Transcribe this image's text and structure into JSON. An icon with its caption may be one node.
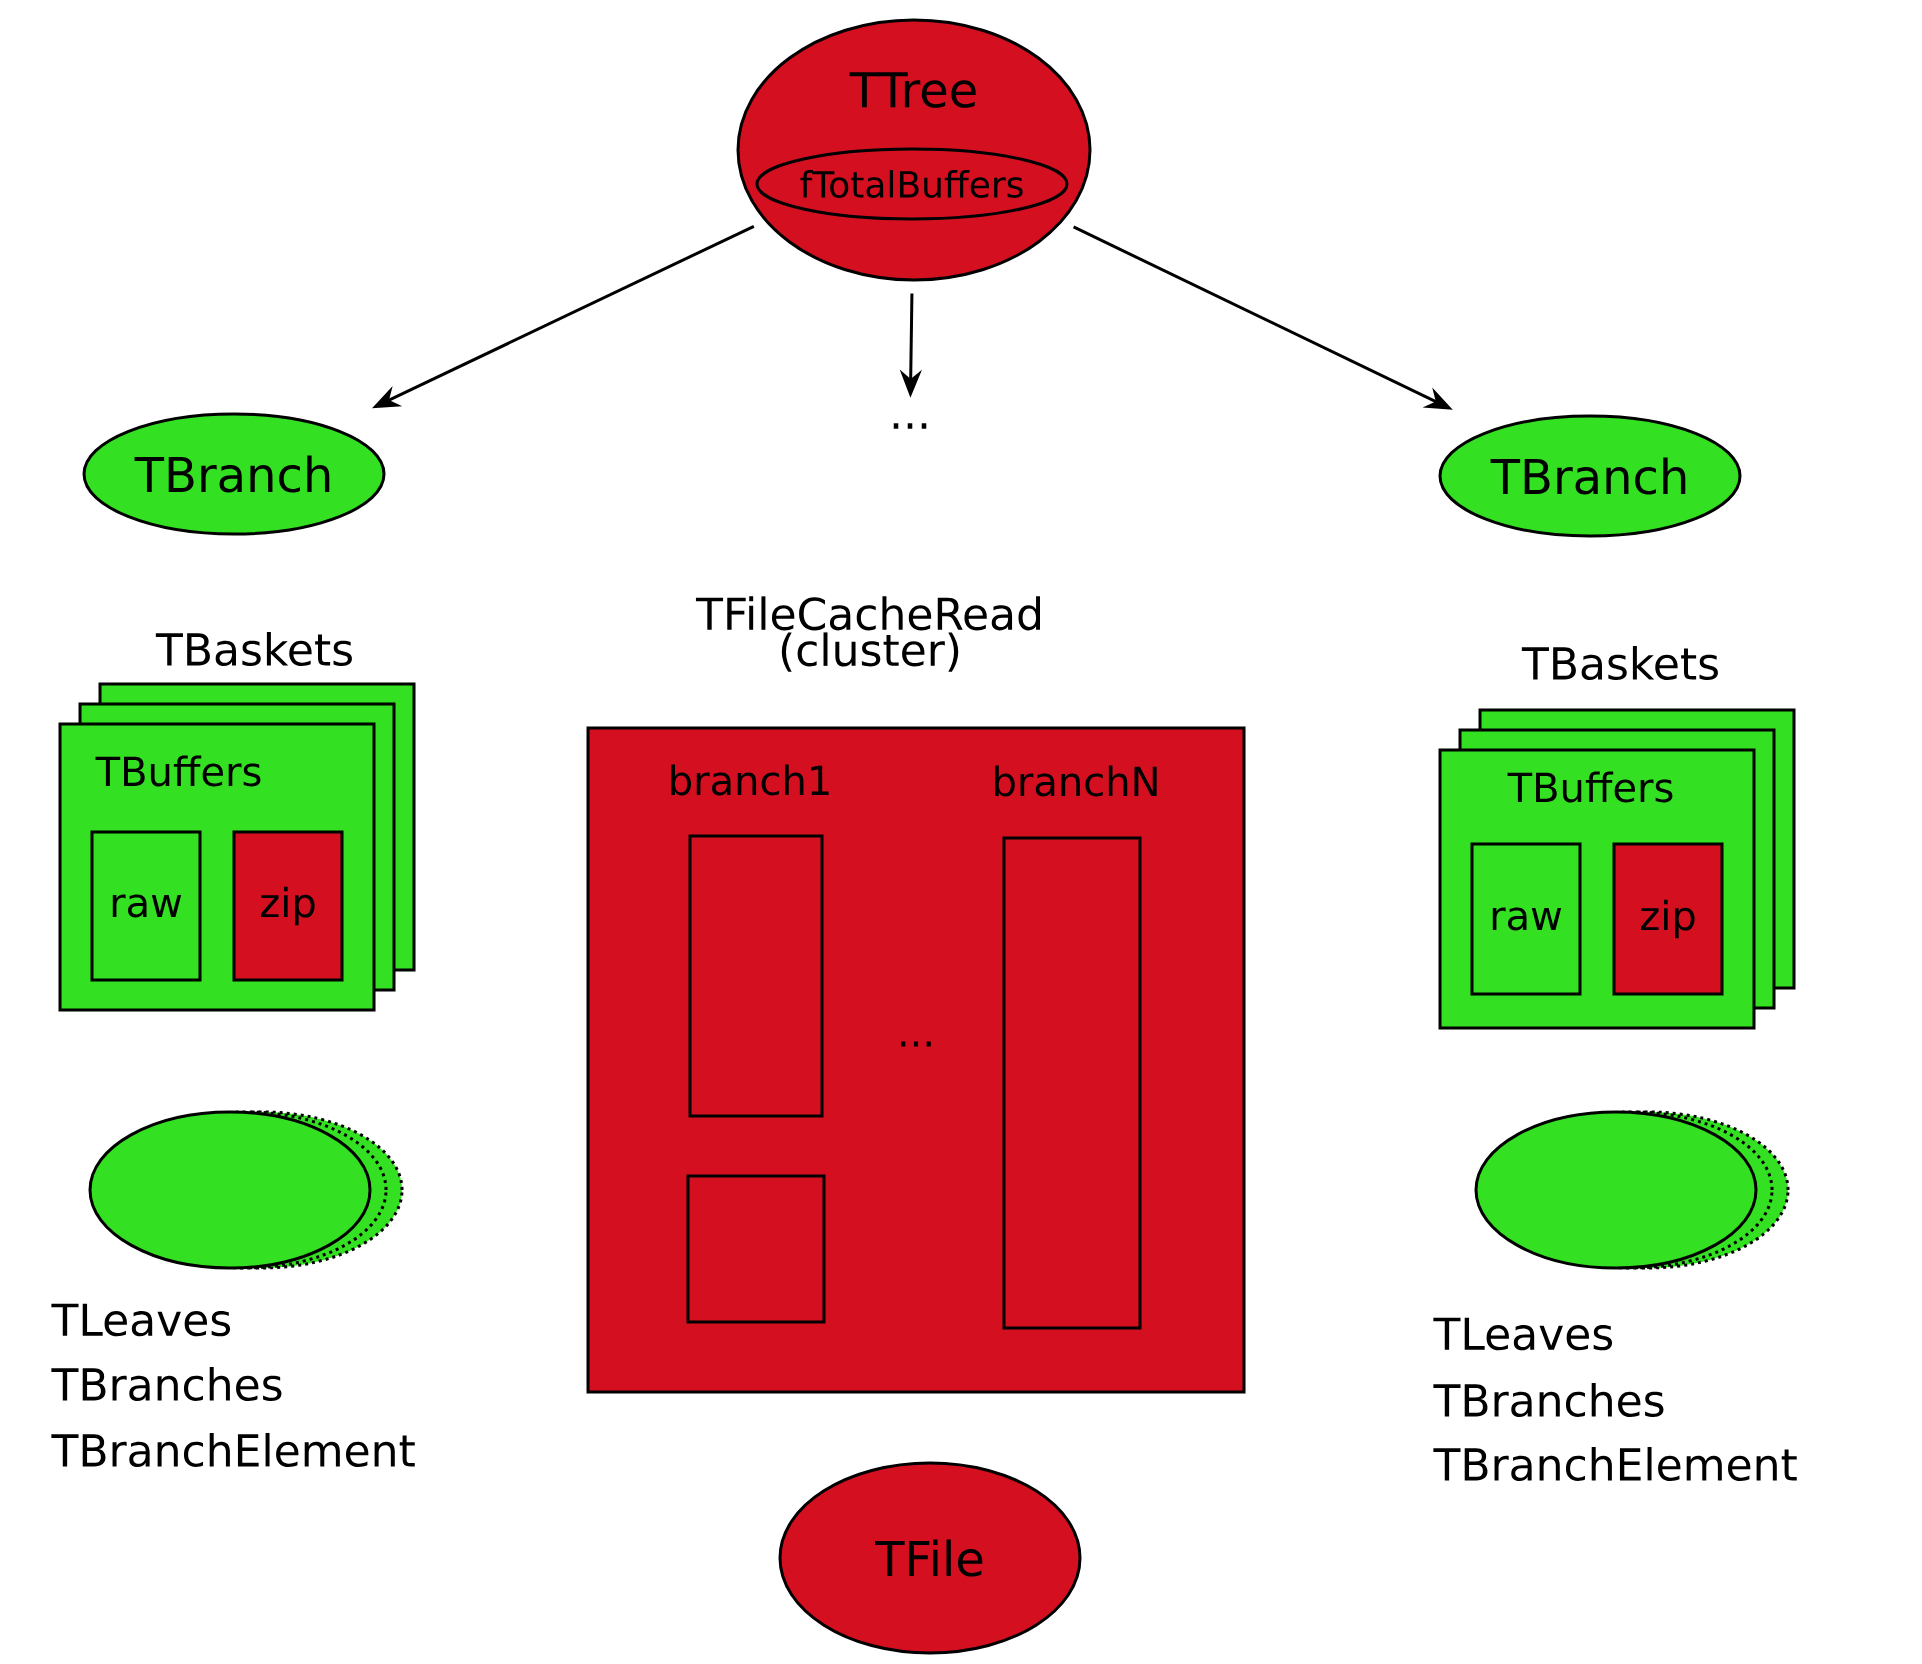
{
  "diagram": {
    "nodes": [
      {
        "text": [
          "TTree"
        ]
      },
      {
        "text": [
          "fTotalBuffers"
        ],
        "in": 0
      },
      {
        "text": [
          "TBranch"
        ]
      },
      {
        "text": [
          "..."
        ]
      },
      {
        "text": [
          "TBranch"
        ]
      },
      {
        "text": [
          "TBaskets",
          "TBuffers"
        ]
      },
      {
        "text": [
          "raw"
        ],
        "in": 5
      },
      {
        "text": [
          "zip"
        ],
        "in": 5
      },
      {
        "text": [
          "TLeaves",
          "TBranches",
          "TBranchElement"
        ]
      },
      {
        "text": [
          "TFileCacheRead (cluster)"
        ]
      },
      {
        "text": [
          "branch1"
        ],
        "in": 9
      },
      {
        "text": [],
        "shape": "box",
        "in": 9
      },
      {
        "text": [
          "branchN"
        ],
        "in": 9
      },
      {
        "text": [
          "TBaskets",
          "TBuffers"
        ]
      },
      {
        "text": [
          "raw"
        ],
        "in": 13
      },
      {
        "text": [
          "zip"
        ],
        "in": 13
      },
      {
        "text": [
          "TLeaves",
          "TBranches",
          "TBranchElement"
        ]
      },
      {
        "text": [
          "TFile"
        ]
      }
    ],
    "edges": [
      {
        "from": 0,
        "to": 2,
        "arrow": "to"
      },
      {
        "from": 0,
        "to": 3,
        "arrow": "to"
      },
      {
        "from": 0,
        "to": 4,
        "arrow": "to"
      }
    ],
    "labels": [
      "..."
    ]
  }
}
